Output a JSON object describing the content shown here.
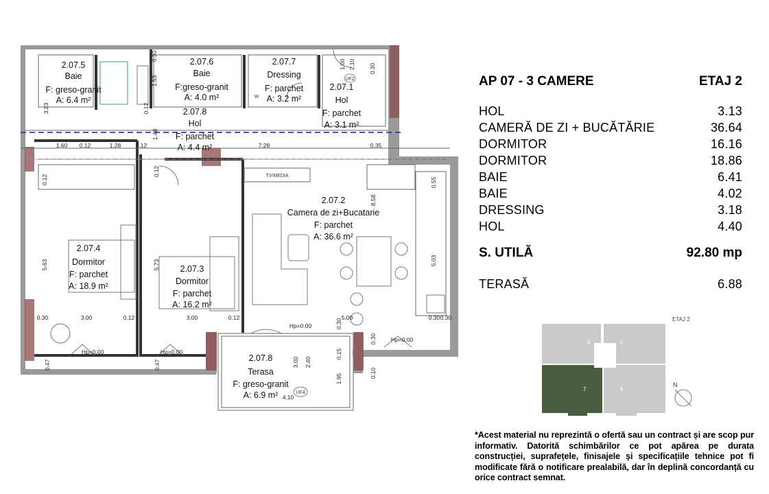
{
  "plan": {
    "rooms": [
      {
        "id": "2.07.5",
        "name": "Baie",
        "finish": "F: greso-granit",
        "area": "A: 6.4 m²"
      },
      {
        "id": "2.07.6",
        "name": "Baie",
        "finish": "F:greso-granit",
        "area": "A: 4.0 m²"
      },
      {
        "id": "2.07.7",
        "name": "Dressing",
        "finish": "F: parchet",
        "area": "A: 3.2 m²"
      },
      {
        "id": "2.07.1",
        "name": "Hol",
        "finish": "F: parchet",
        "area": "A: 3.1 m²"
      },
      {
        "id": "2.07.8",
        "name": "Hol",
        "finish": "F: parchet",
        "area": "A: 4.4 m²"
      },
      {
        "id": "2.07.2",
        "name": "Camera de zi+Bucatarie",
        "finish": "F: parchet",
        "area": "A: 36.6 m²"
      },
      {
        "id": "2.07.4",
        "name": "Dormitor",
        "finish": "F: parchet",
        "area": "A: 18.9 m²"
      },
      {
        "id": "2.07.3",
        "name": "Dormitor",
        "finish": "F: parchet",
        "area": "A: 16.2 m²"
      },
      {
        "id": "2.07.8",
        "name": "Terasa",
        "finish": "F: greso-granit",
        "area": "A: 6.9 m²"
      }
    ],
    "dimensions": [
      "0.30",
      "1.53",
      "0.12",
      "3.23",
      "1.00",
      "2.10",
      "0.30",
      "1.48",
      "1.60",
      "0.12",
      "1.28",
      "0.12",
      "7.28",
      "0.35",
      "0.12",
      "0.12",
      "0.55",
      "8.58",
      "5.63",
      "5.73",
      "5.03",
      "0.30",
      "3.00",
      "0.12",
      "3.00",
      "0.12",
      "5.00",
      "0.30",
      "0.30",
      "0.30",
      "0.15",
      "0.30",
      "0.47",
      "0.47",
      "1.95",
      "0.10",
      "3.00",
      "2.40",
      "4.10"
    ],
    "markers": {
      "tv": "TV/MEDIA",
      "hp": "Hp=0.00",
      "uf2": "UF2",
      "uf4": "UF4",
      "wm": "W"
    }
  },
  "info": {
    "title": "AP 07 - 3 CAMERE",
    "floor": "ETAJ 2",
    "rows": [
      {
        "label": "HOL",
        "value": "3.13"
      },
      {
        "label": "CAMERĂ DE ZI + BUCĂTĂRIE",
        "value": "36.64"
      },
      {
        "label": "DORMITOR",
        "value": "16.16"
      },
      {
        "label": "DORMITOR",
        "value": "18.86"
      },
      {
        "label": "BAIE",
        "value": "6.41"
      },
      {
        "label": "BAIE",
        "value": "4.02"
      },
      {
        "label": "DRESSING",
        "value": "3.18"
      },
      {
        "label": "HOL",
        "value": "4.40"
      }
    ],
    "total_label": "S. UTILĂ",
    "total_value": "92.80 mp",
    "terrace_label": "TERASĂ",
    "terrace_value": "6.88"
  },
  "keyplan": {
    "floor_label": "ETAJ 2",
    "units": [
      "8",
      "5",
      "7",
      "6"
    ],
    "north": "N",
    "highlight_color": "#4a5d41",
    "unit_color": "#c9c9c9"
  },
  "disclaimer": "*Acest material nu reprezintă o ofertă sau un contract și are scop pur informativ. Datorită schimbărilor ce pot apărea pe durata construcției, suprafețele, finisajele și specificațiile tehnice pot fi modificate fără o notificare prealabilă, dar în deplină concordanță cu orice contract semnat."
}
